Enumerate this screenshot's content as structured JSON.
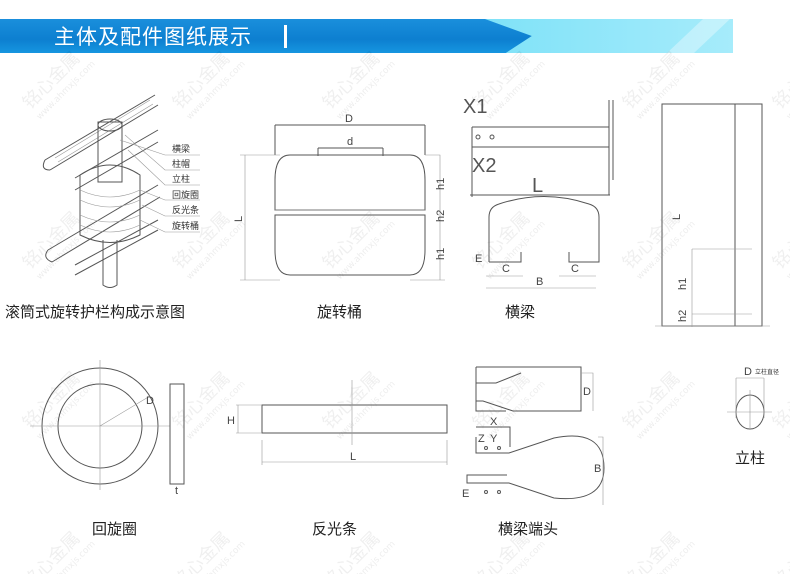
{
  "header": {
    "title": "主体及配件图纸展示"
  },
  "watermark": {
    "brand": "铭心金属",
    "url": "www.ahmxjs.com"
  },
  "assembly": {
    "caption": "滚筒式旋转护栏构成示意图",
    "parts": [
      "横梁",
      "柱帽",
      "立柱",
      "回旋圈",
      "反光条",
      "旋转桶"
    ]
  },
  "barrel": {
    "caption": "旋转桶",
    "dims": {
      "D": "D",
      "d": "d",
      "h1": "h1",
      "h2": "h2",
      "h1b": "h1",
      "L": "L"
    }
  },
  "beam": {
    "caption": "横梁",
    "dims": {
      "X1": "X1",
      "X2": "X2",
      "L": "L",
      "E": "E",
      "C1": "C",
      "C2": "C",
      "B": "B"
    }
  },
  "post_side": {
    "dims": {
      "L": "L",
      "h1": "h1",
      "h2": "h2"
    }
  },
  "ring": {
    "caption": "回旋圈",
    "dims": {
      "D": "D",
      "t": "t"
    }
  },
  "reflector": {
    "caption": "反光条",
    "dims": {
      "H": "H",
      "L": "L"
    }
  },
  "beam_end": {
    "caption": "横梁端头",
    "dims": {
      "D": "D",
      "X": "X",
      "Z": "Z",
      "Y": "Y",
      "B": "B",
      "E": "E"
    }
  },
  "post": {
    "caption": "立柱",
    "dims": {
      "D": "D",
      "note": "立柱直径"
    }
  }
}
